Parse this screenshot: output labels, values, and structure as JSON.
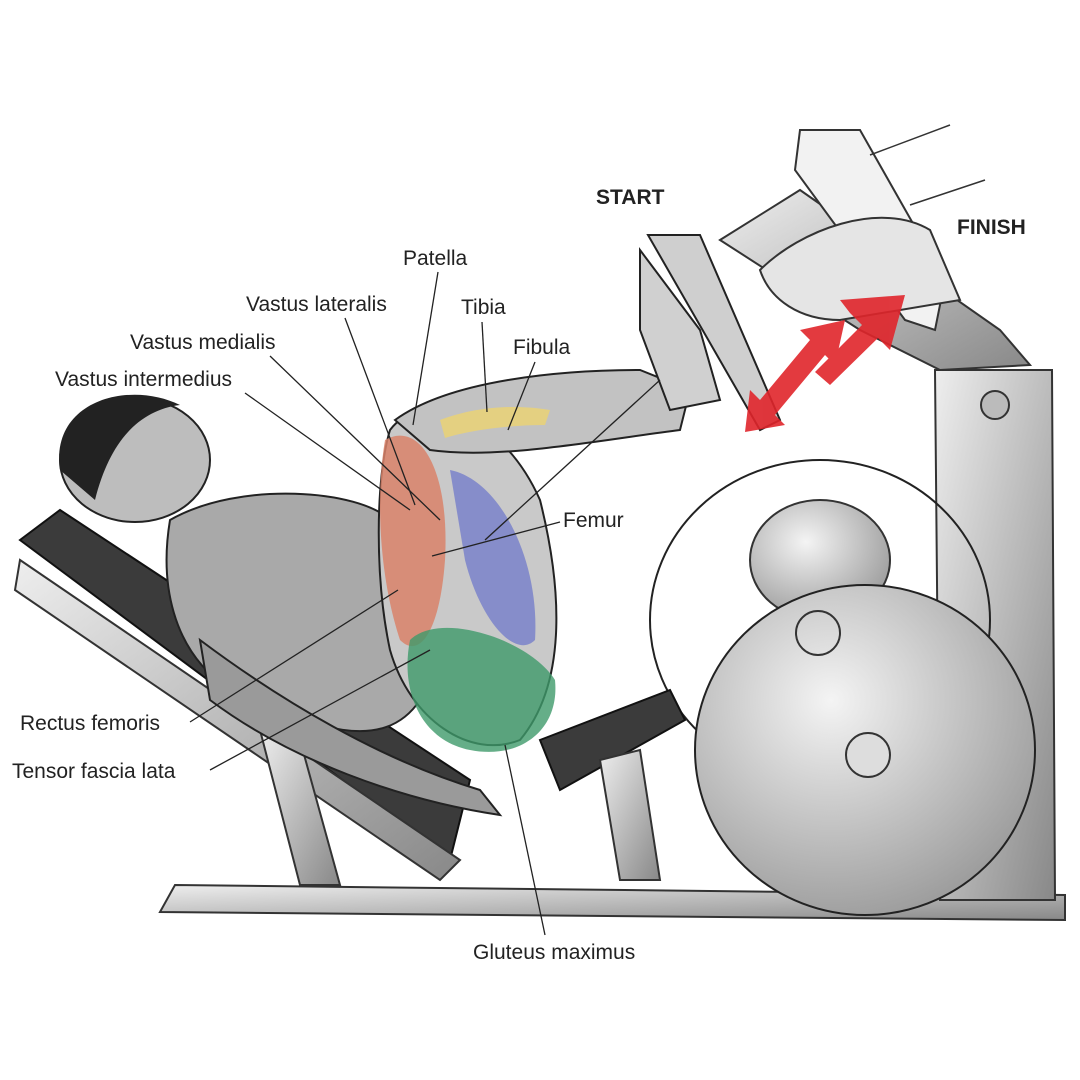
{
  "phases": {
    "start": "START",
    "finish": "FINISH"
  },
  "labels": {
    "patella": "Patella",
    "vastus_lateralis": "Vastus lateralis",
    "tibia": "Tibia",
    "vastus_medialis": "Vastus medialis",
    "fibula": "Fibula",
    "vastus_intermedius": "Vastus intermedius",
    "femur": "Femur",
    "rectus_femoris": "Rectus femoris",
    "tensor_fascia_lata": "Tensor fascia lata",
    "gluteus_maximus": "Gluteus maximus"
  },
  "colors": {
    "arrow": "#e0252b",
    "quad": "#d9826a",
    "hamstring": "#6f78c9",
    "glute": "#3f9a6a",
    "bone": "#e8d27a"
  }
}
